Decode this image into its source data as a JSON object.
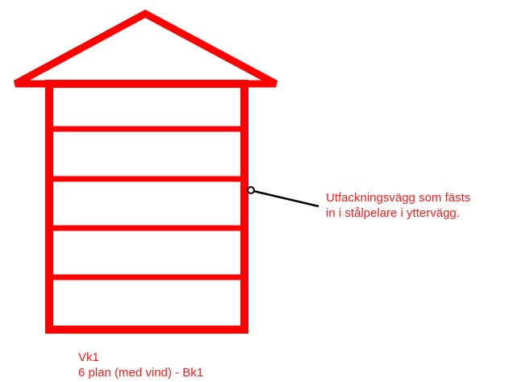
{
  "diagram": {
    "stroke_color": "#ff0000",
    "text_color": "#ff1a1a",
    "leader_color": "#000000",
    "floor_count": 6
  },
  "callout": {
    "line1": "Utfackningsvägg som fästs",
    "line2": "in i stålpelare i yttervägg."
  },
  "caption": {
    "line1": "Vk1",
    "line2": "6 plan (med vind) - Bk1"
  }
}
